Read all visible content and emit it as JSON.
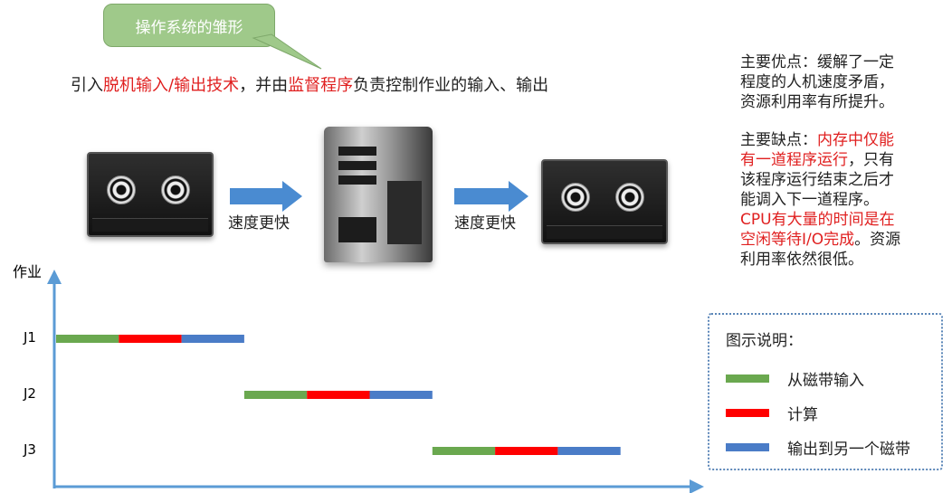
{
  "callout": {
    "text": "操作系统的雏形"
  },
  "intro": {
    "part1": "引入",
    "highlight1": "脱机输入/输出技术",
    "part2": "，并由",
    "highlight2": "监督程序",
    "part3": "负责控制作业的输入、输出"
  },
  "notes": {
    "pros_line1": "主要优点：缓解了一定",
    "pros_line2": "程度的人机速度矛盾，",
    "pros_line3": "资源利用率有所提升。",
    "cons_prefix": "主要缺点：",
    "cons_red1": "内存中仅能",
    "cons_red2": "有一道程序运行",
    "cons_tail1": "，只有",
    "cons_line3": "该程序运行结束之后才",
    "cons_line4": "能调入下一道程序。",
    "cons_red3": "CPU有大量的时间是在",
    "cons_red4": "空闲等待I/O完成",
    "cons_tail2": "。资源",
    "cons_line7": "利用率依然很低。"
  },
  "arrows": {
    "left_label": "速度更快",
    "right_label": "速度更快"
  },
  "colors": {
    "input": "#6aa84f",
    "compute": "#ff0000",
    "output": "#4a7cc7",
    "axis": "#5b9bd5"
  },
  "chart_data": {
    "type": "gantt",
    "ylabel": "作业",
    "jobs": [
      {
        "name": "J1",
        "segments": [
          {
            "phase": "input",
            "start": 0,
            "end": 1
          },
          {
            "phase": "compute",
            "start": 1,
            "end": 2
          },
          {
            "phase": "output",
            "start": 2,
            "end": 3
          }
        ]
      },
      {
        "name": "J2",
        "segments": [
          {
            "phase": "input",
            "start": 3,
            "end": 4
          },
          {
            "phase": "compute",
            "start": 4,
            "end": 5
          },
          {
            "phase": "output",
            "start": 5,
            "end": 6
          }
        ]
      },
      {
        "name": "J3",
        "segments": [
          {
            "phase": "input",
            "start": 6,
            "end": 7
          },
          {
            "phase": "compute",
            "start": 7,
            "end": 8
          },
          {
            "phase": "output",
            "start": 8,
            "end": 9
          }
        ]
      }
    ]
  },
  "legend": {
    "title": "图示说明：",
    "items": [
      {
        "phase": "input",
        "label": "从磁带输入"
      },
      {
        "phase": "compute",
        "label": "计算"
      },
      {
        "phase": "output",
        "label": "输出到另一个磁带"
      }
    ]
  }
}
